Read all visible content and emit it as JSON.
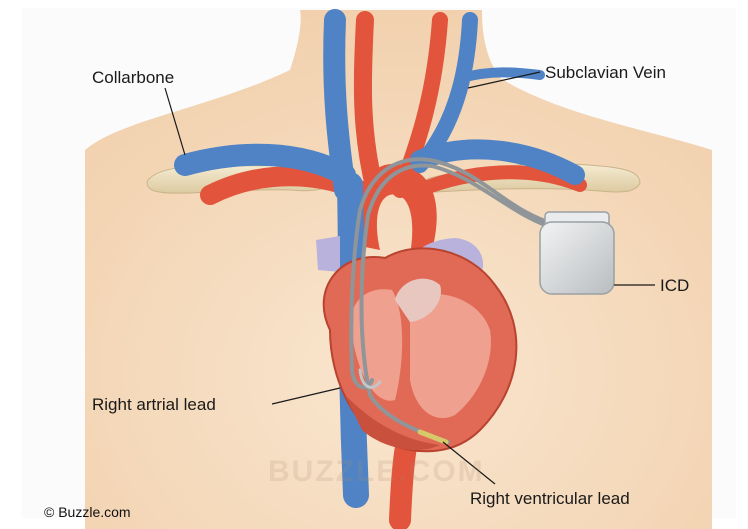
{
  "labels": {
    "collarbone": "Collarbone",
    "subclavian_vein": "Subclavian Vein",
    "icd": "ICD",
    "right_atrial_lead": "Right artrial lead",
    "right_ventricular_lead": "Right ventricular lead"
  },
  "credit": "© Buzzle.com",
  "watermark": "BUZZLE.COM",
  "colors": {
    "skin": "#f7dfc4",
    "vein": "#4f83c6",
    "artery": "#e2543c",
    "heart_wall": "#e06a56",
    "bone": "#eee0bf",
    "device": "#d8dadb",
    "lead": "#9aa0a3"
  }
}
